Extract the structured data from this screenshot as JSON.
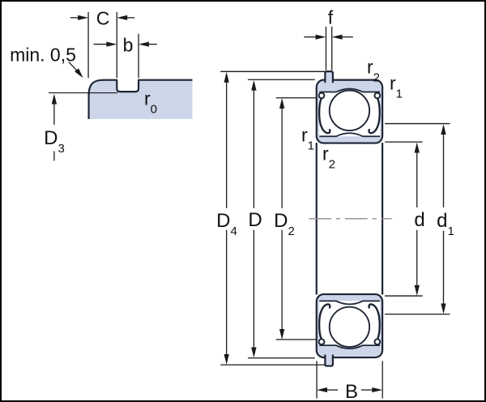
{
  "drawing": {
    "title": "bearing-with-snap-ring-groove-dimension-drawing",
    "labels": {
      "detail": {
        "c": "C",
        "b": "b",
        "min_note": "min. 0,5",
        "r0": {
          "base": "r",
          "sub": "0"
        },
        "d3": {
          "base": "D",
          "sub": "3"
        }
      },
      "main": {
        "f": "f",
        "r2_outer": {
          "base": "r",
          "sub": "2"
        },
        "r1_outer": {
          "base": "r",
          "sub": "1"
        },
        "r1_bore": {
          "base": "r",
          "sub": "1"
        },
        "r2_bore": {
          "base": "r",
          "sub": "2"
        },
        "d4": {
          "base": "D",
          "sub": "4"
        },
        "d_outside": "D",
        "d2": {
          "base": "D",
          "sub": "2"
        },
        "d_bore": "d",
        "d1": {
          "base": "d",
          "sub": "1"
        },
        "b_width": "B"
      }
    }
  },
  "colors": {
    "section_fill": "#cdd6e8",
    "outline": "#1d2433",
    "line": "#1a1a1a",
    "centerline": "#8f8f8f",
    "text": "#111111",
    "background": "#ffffff",
    "border": "#000000"
  }
}
